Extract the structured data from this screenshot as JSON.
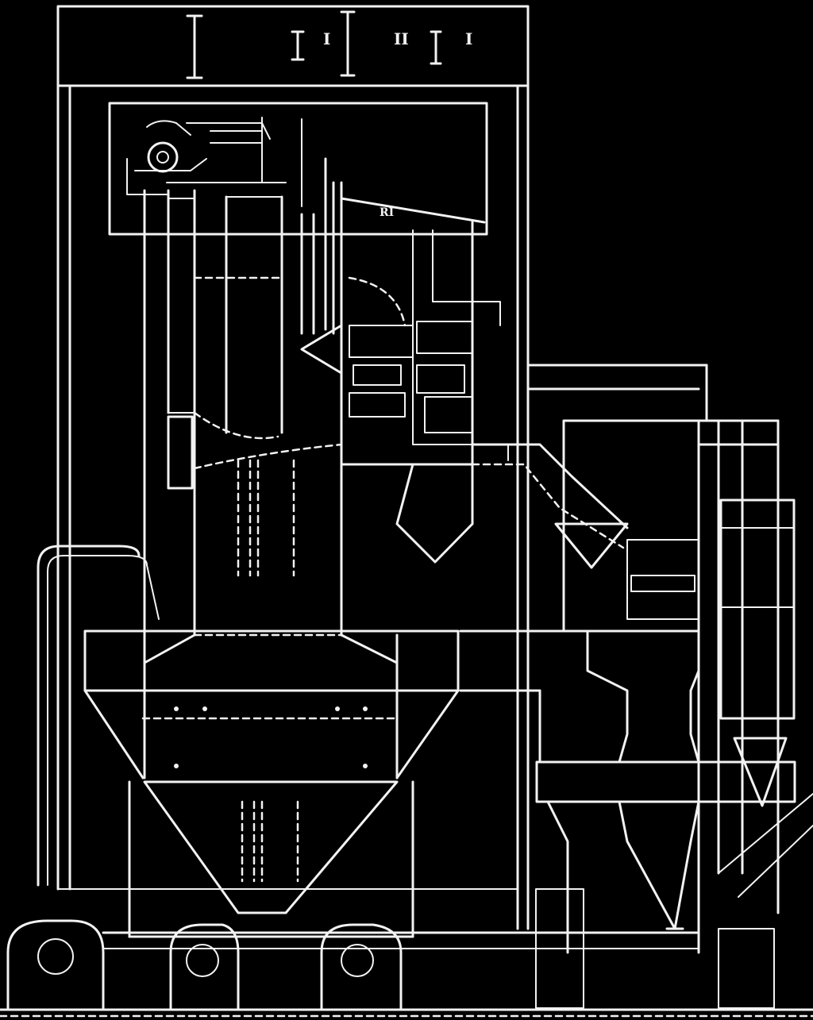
{
  "diagram": {
    "roof_markers": [
      "I",
      "II",
      "I"
    ],
    "top_label": "RI",
    "colors": {
      "background": "#000000",
      "line": "#f2f2f2"
    }
  }
}
